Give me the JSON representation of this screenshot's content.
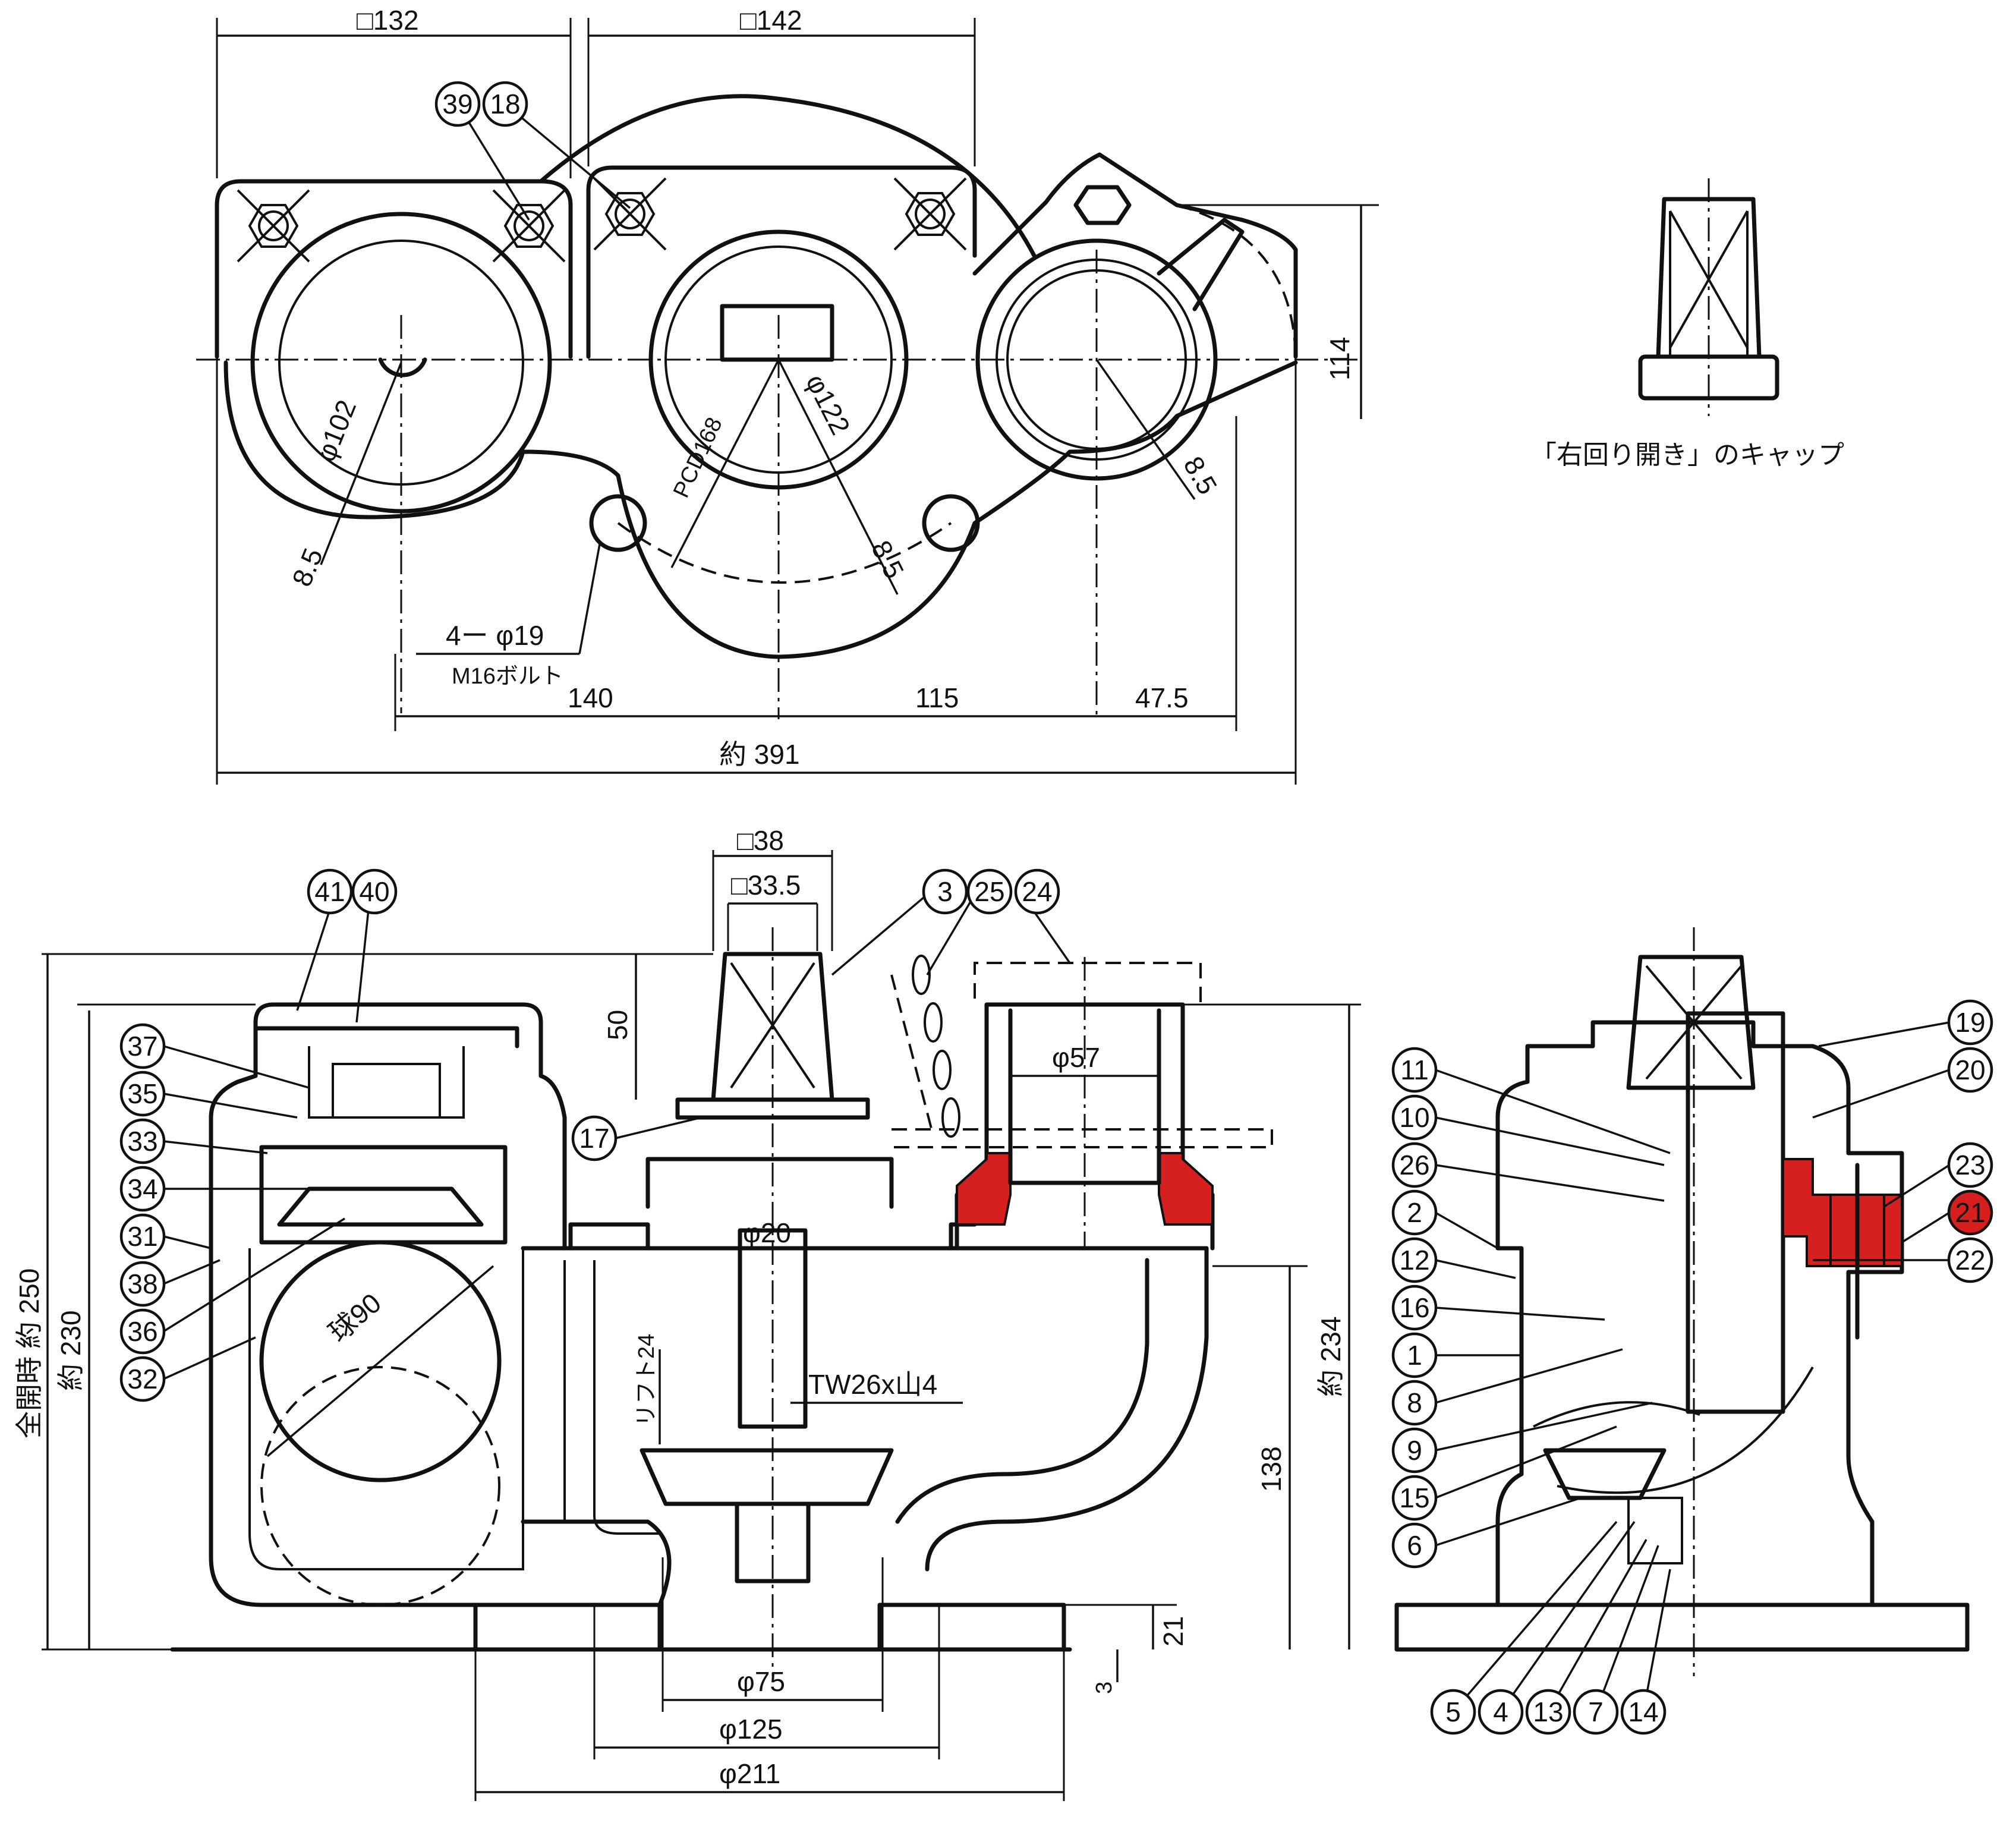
{
  "dimensions": {
    "top_sq132": "□132",
    "top_sq142": "□142",
    "h114": "114",
    "d102": "φ102",
    "d122": "φ122",
    "pcd168": "PCD168",
    "c85_a": "8.5",
    "c85_b": "8.5",
    "c85_c": "8.5",
    "hole_4d19": "4ー φ19",
    "bolt_m16": "M16ボルト",
    "w140": "140",
    "w115": "115",
    "w47_5": "47.5",
    "w391": "約 391",
    "sq38": "□38",
    "sq33_5": "□33.5",
    "h50": "50",
    "d57": "φ57",
    "d20": "φ20",
    "ball90": "球90",
    "lift24": "リフト24",
    "thread": "TW26x山4",
    "h250": "全開時 約 250",
    "h230": "約 230",
    "h234": "約 234",
    "h138": "138",
    "h21": "21",
    "h3": "3",
    "d75": "φ75",
    "d125": "φ125",
    "d211": "φ211"
  },
  "cap_caption": "「右回り開き」のキャップ",
  "part_numbers": {
    "p39": "39",
    "p18": "18",
    "p41": "41",
    "p40": "40",
    "p37": "37",
    "p35": "35",
    "p33": "33",
    "p34": "34",
    "p31": "31",
    "p38": "38",
    "p36": "36",
    "p32": "32",
    "p17": "17",
    "p3": "3",
    "p25": "25",
    "p24": "24",
    "p19": "19",
    "p20": "20",
    "p11": "11",
    "p10": "10",
    "p26": "26",
    "p23": "23",
    "p2": "2",
    "p21": "21",
    "p12": "12",
    "p22": "22",
    "p16": "16",
    "p1": "1",
    "p8": "8",
    "p9": "9",
    "p15": "15",
    "p6": "6",
    "p5": "5",
    "p4": "4",
    "p13": "13",
    "p7": "7",
    "p14": "14"
  },
  "highlight_color": "#d62020",
  "highlighted_part": "21"
}
